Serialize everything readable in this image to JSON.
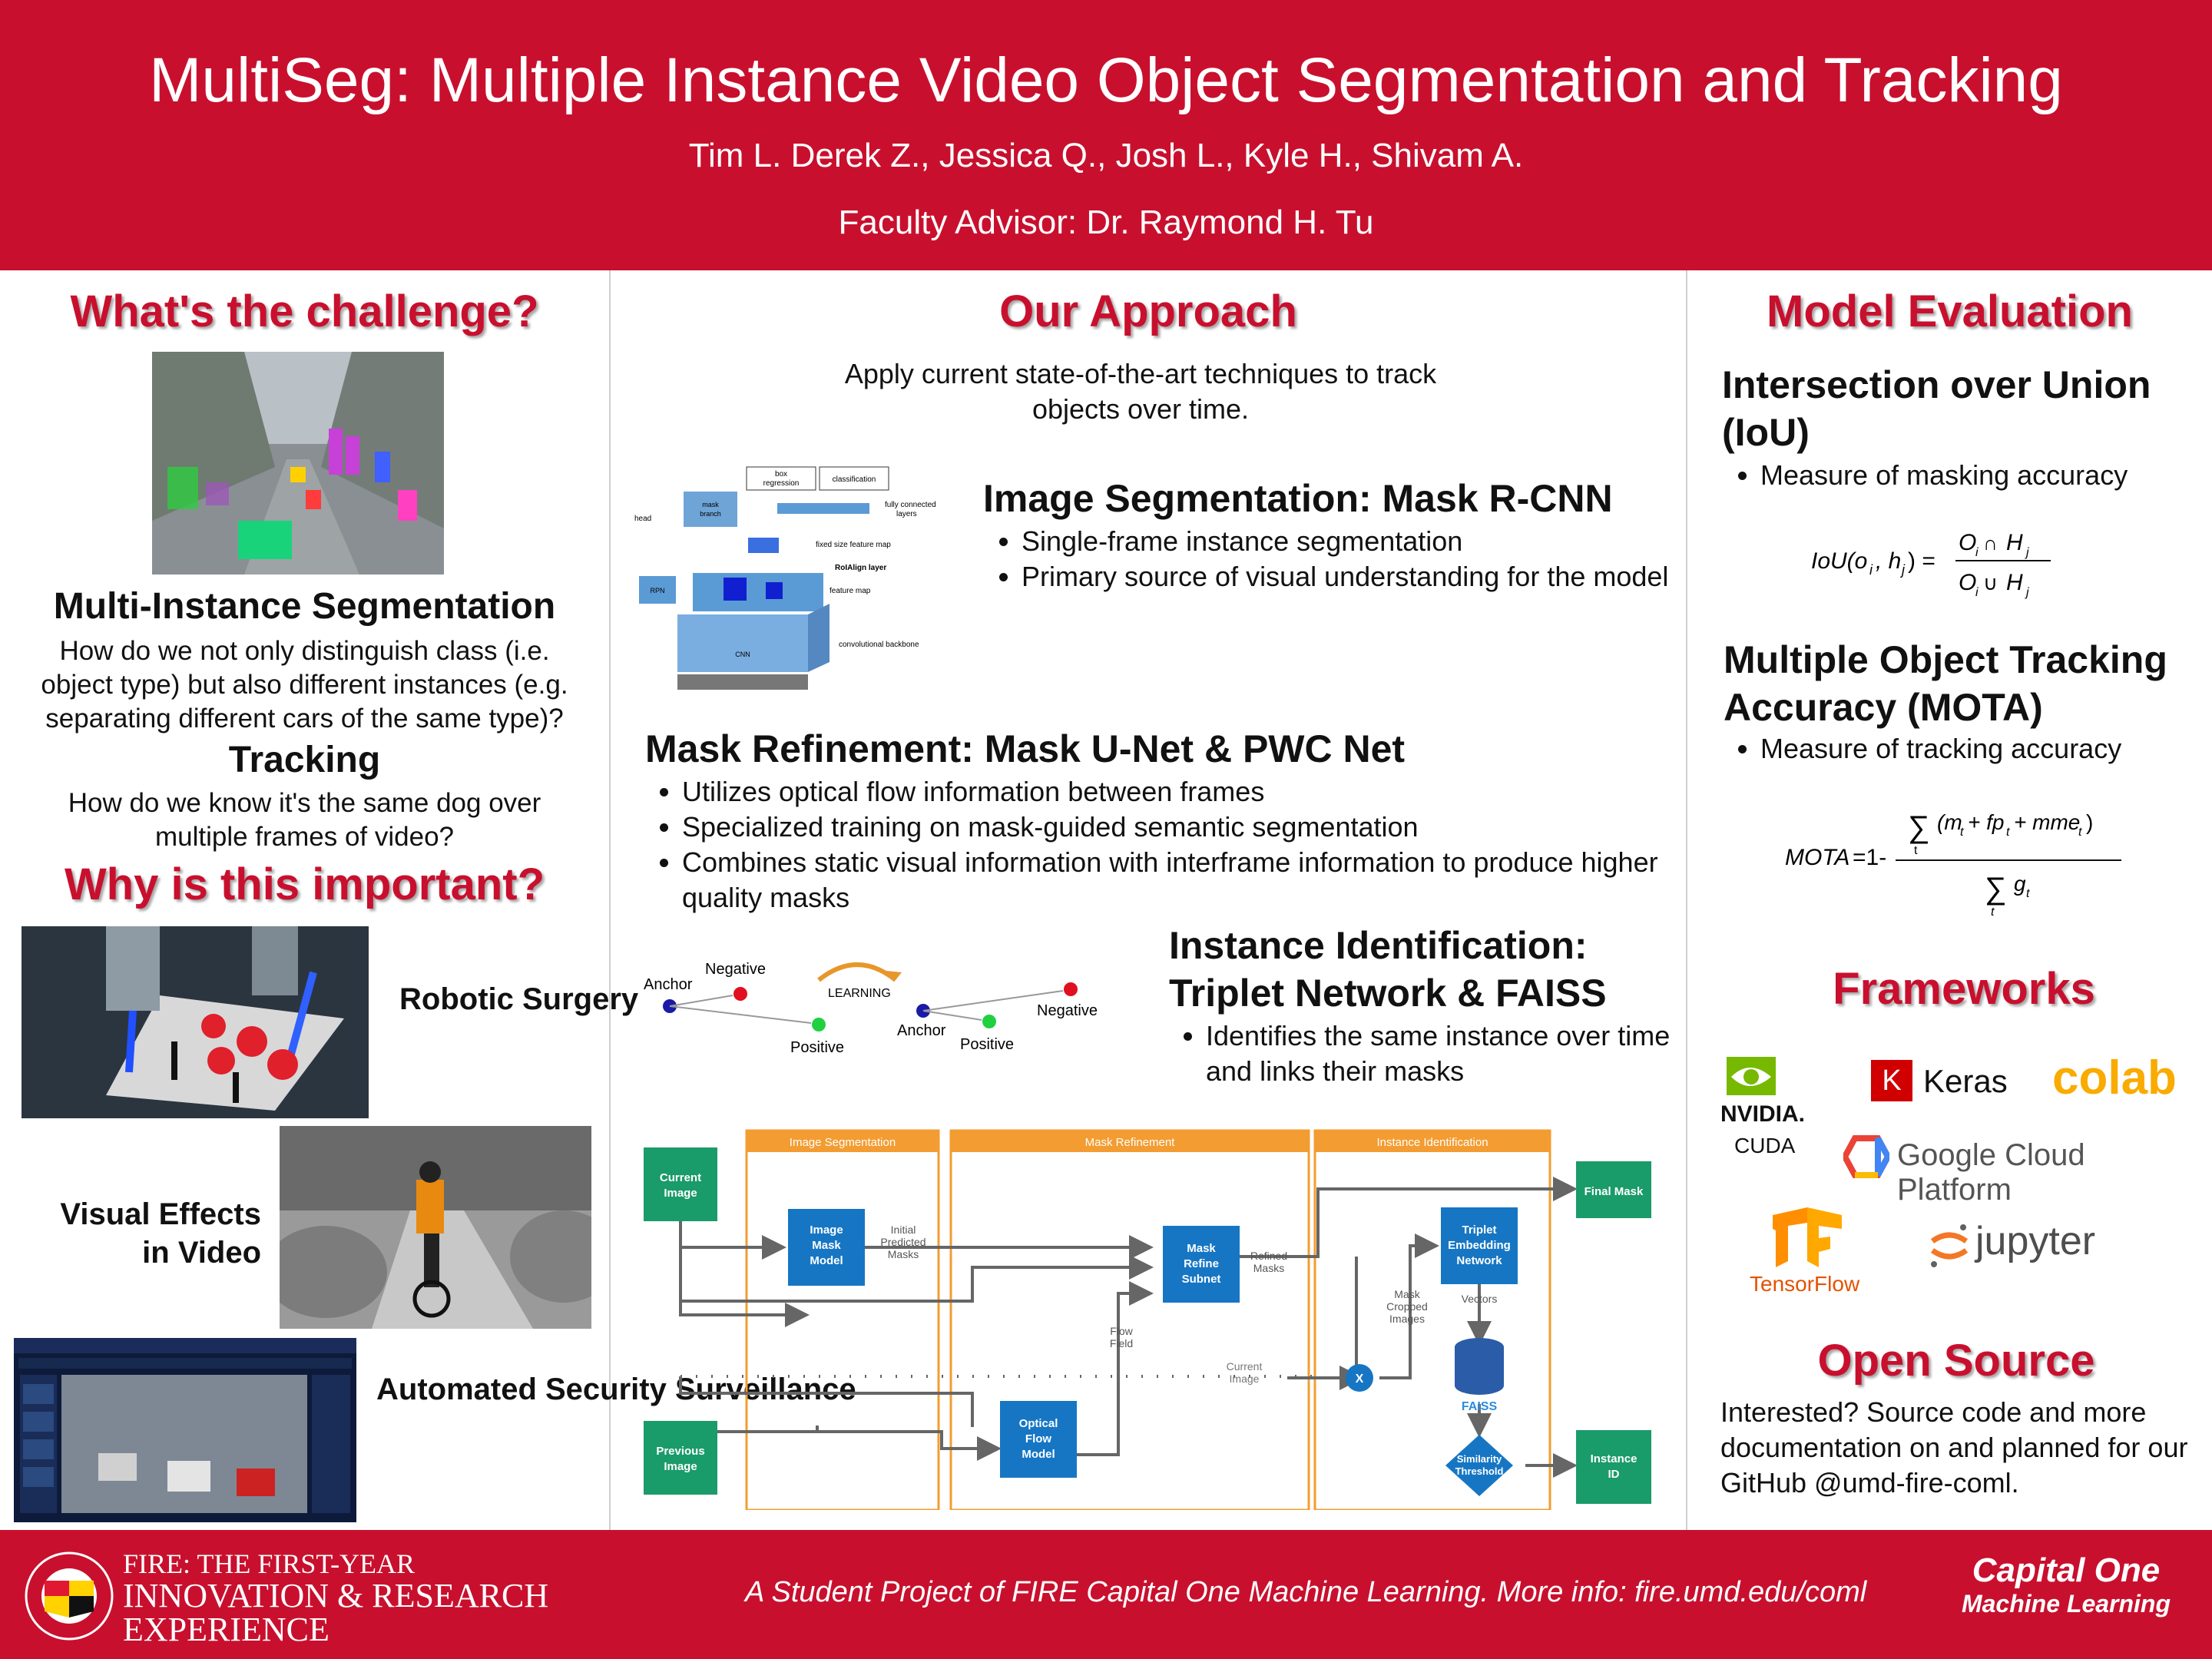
{
  "header": {
    "title": "MultiSeg: Multiple Instance Video Object Segmentation and Tracking",
    "authors": "Tim L. Derek Z., Jessica Q., Josh L., Kyle H., Shivam A.",
    "advisor": "Faculty Advisor: Dr. Raymond H. Tu"
  },
  "left": {
    "challenge_heading": "What's the challenge?",
    "multi_instance_title": "Multi-Instance Segmentation",
    "multi_instance_text": "How do we not only distinguish class (i.e. object type) but also different instances (e.g. separating different cars of the same type)?",
    "tracking_title": "Tracking",
    "tracking_text": "How do we know it's the same dog over multiple frames of video?",
    "important_heading": "Why is this important?",
    "applications": [
      "Robotic Surgery",
      "Visual Effects in Video",
      "Automated Security Surveillance"
    ]
  },
  "middle": {
    "approach_heading": "Our Approach",
    "approach_intro": "Apply current state-of-the-art techniques to track objects over time.",
    "maskrcnn_title": "Image Segmentation: Mask R-CNN",
    "maskrcnn_bullets": [
      "Single-frame instance segmentation",
      "Primary source of visual understanding for the model"
    ],
    "maskrcnn_diagram": {
      "head": "head",
      "box_regression": "box regression",
      "classification": "classification",
      "mask_branch": "mask branch",
      "fc_layers": "fully connected layers",
      "fixed_size": "fixed size feature map",
      "roialign": "RoIAlign layer",
      "rpn": "RPN",
      "feature_map": "feature map",
      "cnn": "CNN",
      "backbone": "convolutional backbone"
    },
    "refine_title": "Mask Refinement: Mask U-Net & PWC Net",
    "refine_bullets": [
      "Utilizes optical flow information between frames",
      "Specialized training on mask-guided semantic segmentation",
      "Combines static visual information with interframe information to produce higher quality masks"
    ],
    "triplet": {
      "anchor": "Anchor",
      "negative": "Negative",
      "positive": "Positive",
      "learning": "LEARNING"
    },
    "instance_title_1": "Instance Identification:",
    "instance_title_2": "Triplet Network & FAISS",
    "instance_bullets": [
      "Identifies the same instance over time and links their masks"
    ],
    "pipeline": {
      "lane_1": "Image Segmentation",
      "lane_2": "Mask Refinement",
      "lane_3": "Instance Identification",
      "current_image": [
        "Current",
        "Image"
      ],
      "previous_image": [
        "Previous",
        "Image"
      ],
      "image_mask_model": [
        "Image",
        "Mask",
        "Model"
      ],
      "initial_masks": [
        "Initial",
        "Predicted",
        "Masks"
      ],
      "mask_refine": [
        "Mask",
        "Refine",
        "Subnet"
      ],
      "refined_masks": [
        "Refined",
        "Masks"
      ],
      "optical_flow": [
        "Optical",
        "Flow",
        "Model"
      ],
      "flow_field": [
        "Flow",
        "Field"
      ],
      "current_image_label": [
        "Current",
        "Image"
      ],
      "triplet_net": [
        "Triplet",
        "Embedding",
        "Network"
      ],
      "mask_cropped": [
        "Mask",
        "Cropped",
        "Images"
      ],
      "vectors": "Vectors",
      "faiss": "FAISS",
      "similarity": [
        "Similarity",
        "Threshold"
      ],
      "final_mask": "Final Mask",
      "instance_id": [
        "Instance",
        "ID"
      ],
      "x": "X"
    }
  },
  "right": {
    "eval_heading": "Model Evaluation",
    "iou_title": "Intersection over Union (IoU)",
    "iou_bullet": "Measure of masking accuracy",
    "mota_title": "Multiple Object Tracking Accuracy (MOTA)",
    "mota_bullet": "Measure of tracking accuracy",
    "frameworks_heading": "Frameworks",
    "frameworks": {
      "nvidia": "NVIDIA.",
      "cuda": "CUDA",
      "keras_k": "K",
      "keras": "Keras",
      "colab": "colab",
      "gcp": "Google Cloud Platform",
      "tensorflow": "TensorFlow",
      "jupyter": "jupyter"
    },
    "open_source_heading": "Open Source",
    "open_source_text": "Interested? Source code and more documentation on and planned for our GitHub @umd-fire-coml."
  },
  "footer": {
    "fire_line1": "FIRE: THE FIRST-YEAR",
    "fire_line2": "INNOVATION & RESEARCH",
    "fire_line3": "EXPERIENCE",
    "tagline": "A Student Project of FIRE Capital One Machine Learning. More info: fire.umd.edu/coml",
    "capital_one": "Capital One",
    "machine_learning": "Machine Learning"
  },
  "colors": {
    "brand_red": "#c8102e",
    "pipeline_orange": "#f39c32",
    "pipeline_blue": "#1676c4",
    "pipeline_green": "#1a9b6a"
  }
}
